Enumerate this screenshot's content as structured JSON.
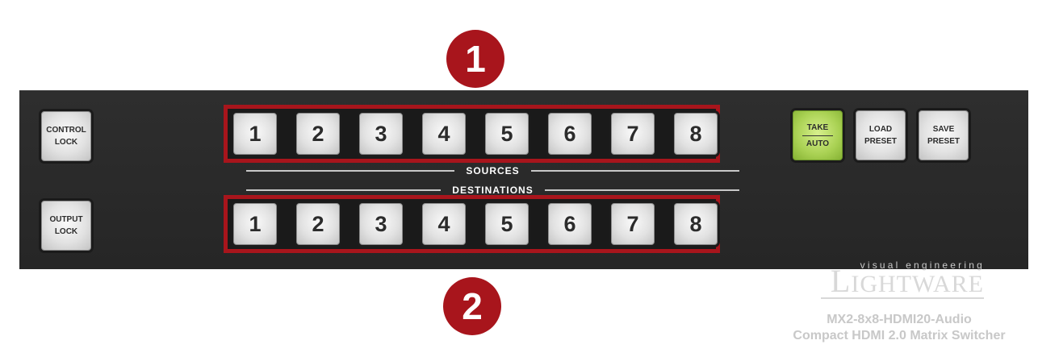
{
  "callouts": [
    "1",
    "2"
  ],
  "left_buttons": {
    "control_lock": [
      "CONTROL",
      "LOCK"
    ],
    "output_lock": [
      "OUTPUT",
      "LOCK"
    ]
  },
  "sources": {
    "label": "SOURCES",
    "buttons": [
      "1",
      "2",
      "3",
      "4",
      "5",
      "6",
      "7",
      "8"
    ]
  },
  "destinations": {
    "label": "DESTINATIONS",
    "buttons": [
      "1",
      "2",
      "3",
      "4",
      "5",
      "6",
      "7",
      "8"
    ]
  },
  "right_buttons": {
    "take": [
      "TAKE",
      "AUTO"
    ],
    "load": [
      "LOAD",
      "PRESET"
    ],
    "save": [
      "SAVE",
      "PRESET"
    ]
  },
  "brand": {
    "tagline": "visual engineering",
    "name_cap": "L",
    "name_rest": "IGHTWARE"
  },
  "device": {
    "model": "MX2-8x8-HDMI20-Audio",
    "description": "Compact HDMI 2.0 Matrix Switcher"
  },
  "colors": {
    "callout": "#a8151c",
    "highlight_border": "#a8151c",
    "panel": "#2a2a2a",
    "take_button": "#a9d153"
  }
}
